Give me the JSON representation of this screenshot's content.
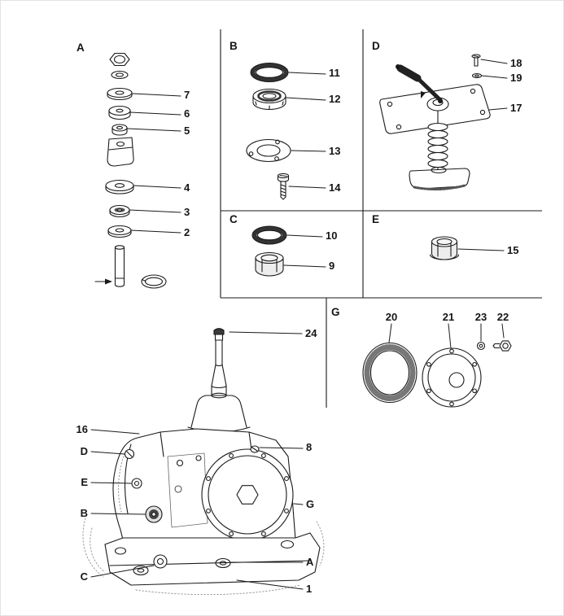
{
  "meta": {
    "description": "Exploded carburetor parts diagram with lettered detail panels and numbered callouts",
    "background": "#ffffff",
    "ink": "#1a1a1a"
  },
  "panels": {
    "a": "A",
    "b": "B",
    "c": "C",
    "d": "D",
    "e": "E",
    "g": "G"
  },
  "callouts": {
    "n1": "1",
    "n2": "2",
    "n3": "3",
    "n4": "4",
    "n5": "5",
    "n6": "6",
    "n7": "7",
    "n8": "8",
    "n9": "9",
    "n10": "10",
    "n11": "11",
    "n12": "12",
    "n13": "13",
    "n14": "14",
    "n15": "15",
    "n16": "16",
    "n17": "17",
    "n18": "18",
    "n19": "19",
    "n20": "20",
    "n21": "21",
    "n22": "22",
    "n23": "23",
    "n24": "24"
  },
  "body_refs": {
    "d": "D",
    "e": "E",
    "b": "B",
    "g": "G",
    "a": "A",
    "c": "C"
  }
}
